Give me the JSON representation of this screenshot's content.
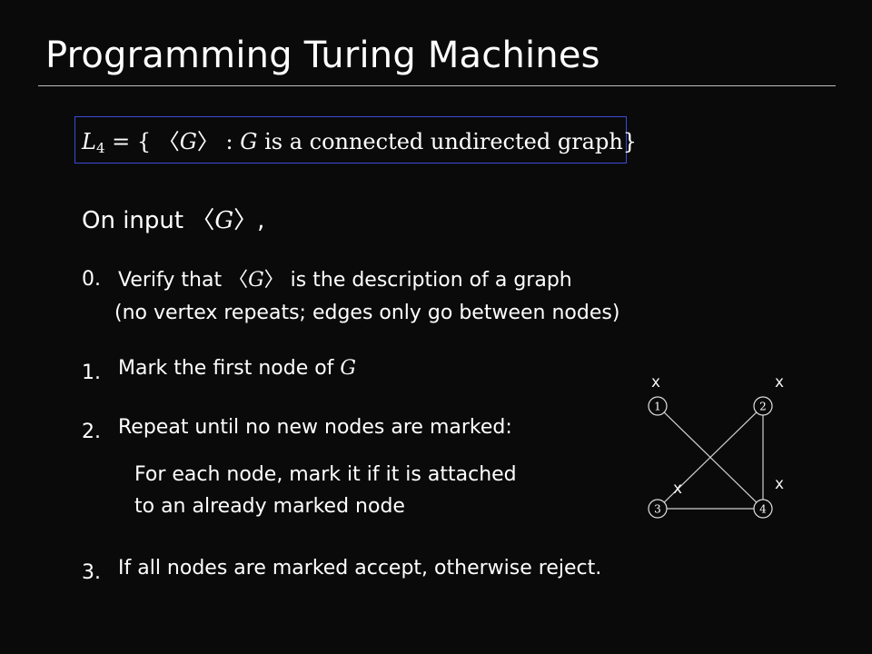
{
  "slide": {
    "title": "Programming Turing Machines"
  },
  "language": {
    "lhs": "L",
    "subscript": "4",
    "eq_open": " = { ",
    "angle_open": "〈",
    "g": "G",
    "angle_close": "〉",
    "colon": " : ",
    "g2": "G",
    "rest": " is a connected undirected graph",
    "brace_close": "}"
  },
  "input": {
    "label": "On input ",
    "angle_open": "〈",
    "g": "G",
    "angle_close": "〉",
    "comma": ","
  },
  "steps": [
    {
      "number": "0.",
      "text_before": "Verify that ",
      "angle_open": "〈",
      "g": "G",
      "angle_close": "〉",
      "text_after": " is the description of a graph",
      "line2": "(no vertex repeats; edges only go between nodes)"
    },
    {
      "number": "1.",
      "text": "Mark the first node of ",
      "g": "G"
    },
    {
      "number": "2.",
      "text": "Repeat until no new nodes are marked:",
      "sub_line1": "For each node, mark it if it is attached",
      "sub_line2": "to an already marked node"
    },
    {
      "number": "3.",
      "text": "If all nodes are marked accept, otherwise reject."
    }
  ],
  "graph": {
    "nodes": [
      {
        "label": "1",
        "mark": "x"
      },
      {
        "label": "2",
        "mark": "x"
      },
      {
        "label": "3",
        "mark": "x"
      },
      {
        "label": "4",
        "mark": "x"
      }
    ],
    "edges": [
      [
        "1",
        "4"
      ],
      [
        "2",
        "3"
      ],
      [
        "2",
        "4"
      ],
      [
        "3",
        "4"
      ]
    ]
  },
  "colors": {
    "background": "#0a0a0a",
    "text": "#ffffff",
    "box_border": "#3d4bd6",
    "rule": "#bdbdbd"
  }
}
